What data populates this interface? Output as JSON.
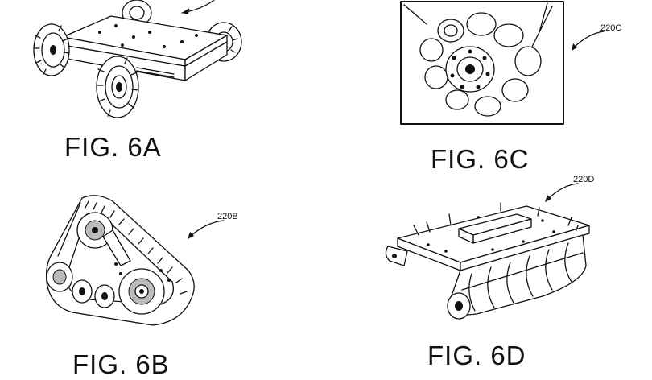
{
  "figures": [
    {
      "id": "6A",
      "label": "FIG. 6A",
      "reference": ""
    },
    {
      "id": "6B",
      "label": "FIG. 6B",
      "reference": "220B"
    },
    {
      "id": "6C",
      "label": "FIG. 6C",
      "reference": "220C"
    },
    {
      "id": "6D",
      "label": "FIG. 6D",
      "reference": "220D"
    }
  ]
}
